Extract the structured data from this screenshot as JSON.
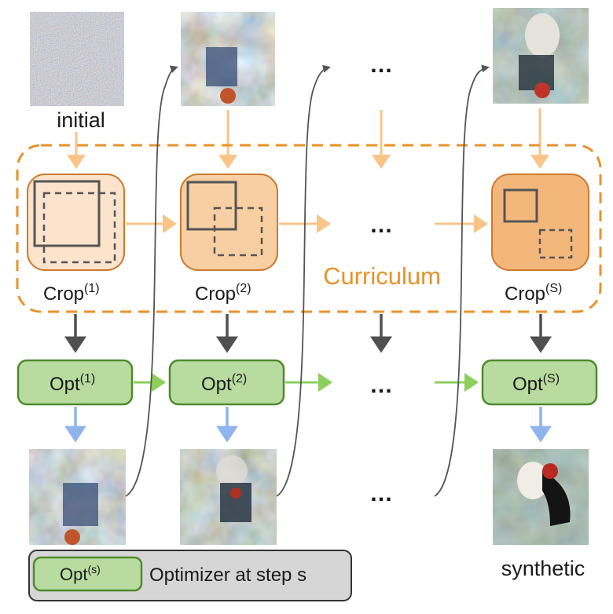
{
  "labels": {
    "initial": "initial",
    "synthetic": "synthetic",
    "curriculum": "Curriculum",
    "ellipsis": "…"
  },
  "crops": [
    {
      "base": "Crop",
      "sup": "(1)"
    },
    {
      "base": "Crop",
      "sup": "(2)"
    },
    {
      "base": "Crop",
      "sup": "(S)"
    }
  ],
  "opts": [
    {
      "base": "Opt",
      "sup": "(1)"
    },
    {
      "base": "Opt",
      "sup": "(2)"
    },
    {
      "base": "Opt",
      "sup": "(S)"
    }
  ],
  "legend": {
    "box_base": "Opt",
    "box_sup": "(s)",
    "text": "Optimizer at step s"
  },
  "colors": {
    "curriculum_orange": "#e8922a",
    "crop_fill_1": "#fbe3cc",
    "crop_fill_2": "#f8cfa2",
    "crop_fill_3": "#f3b77c",
    "crop_stroke": "#cc7a30",
    "orange_arrow": "#f9c488",
    "opt_fill": "#b8dca0",
    "opt_stroke": "#4e8a2e",
    "green_arrow": "#8ccf5c",
    "blue_arrow": "#8fb4ec",
    "dark_arrow": "#505050",
    "legend_fill": "#d6d6d6"
  }
}
